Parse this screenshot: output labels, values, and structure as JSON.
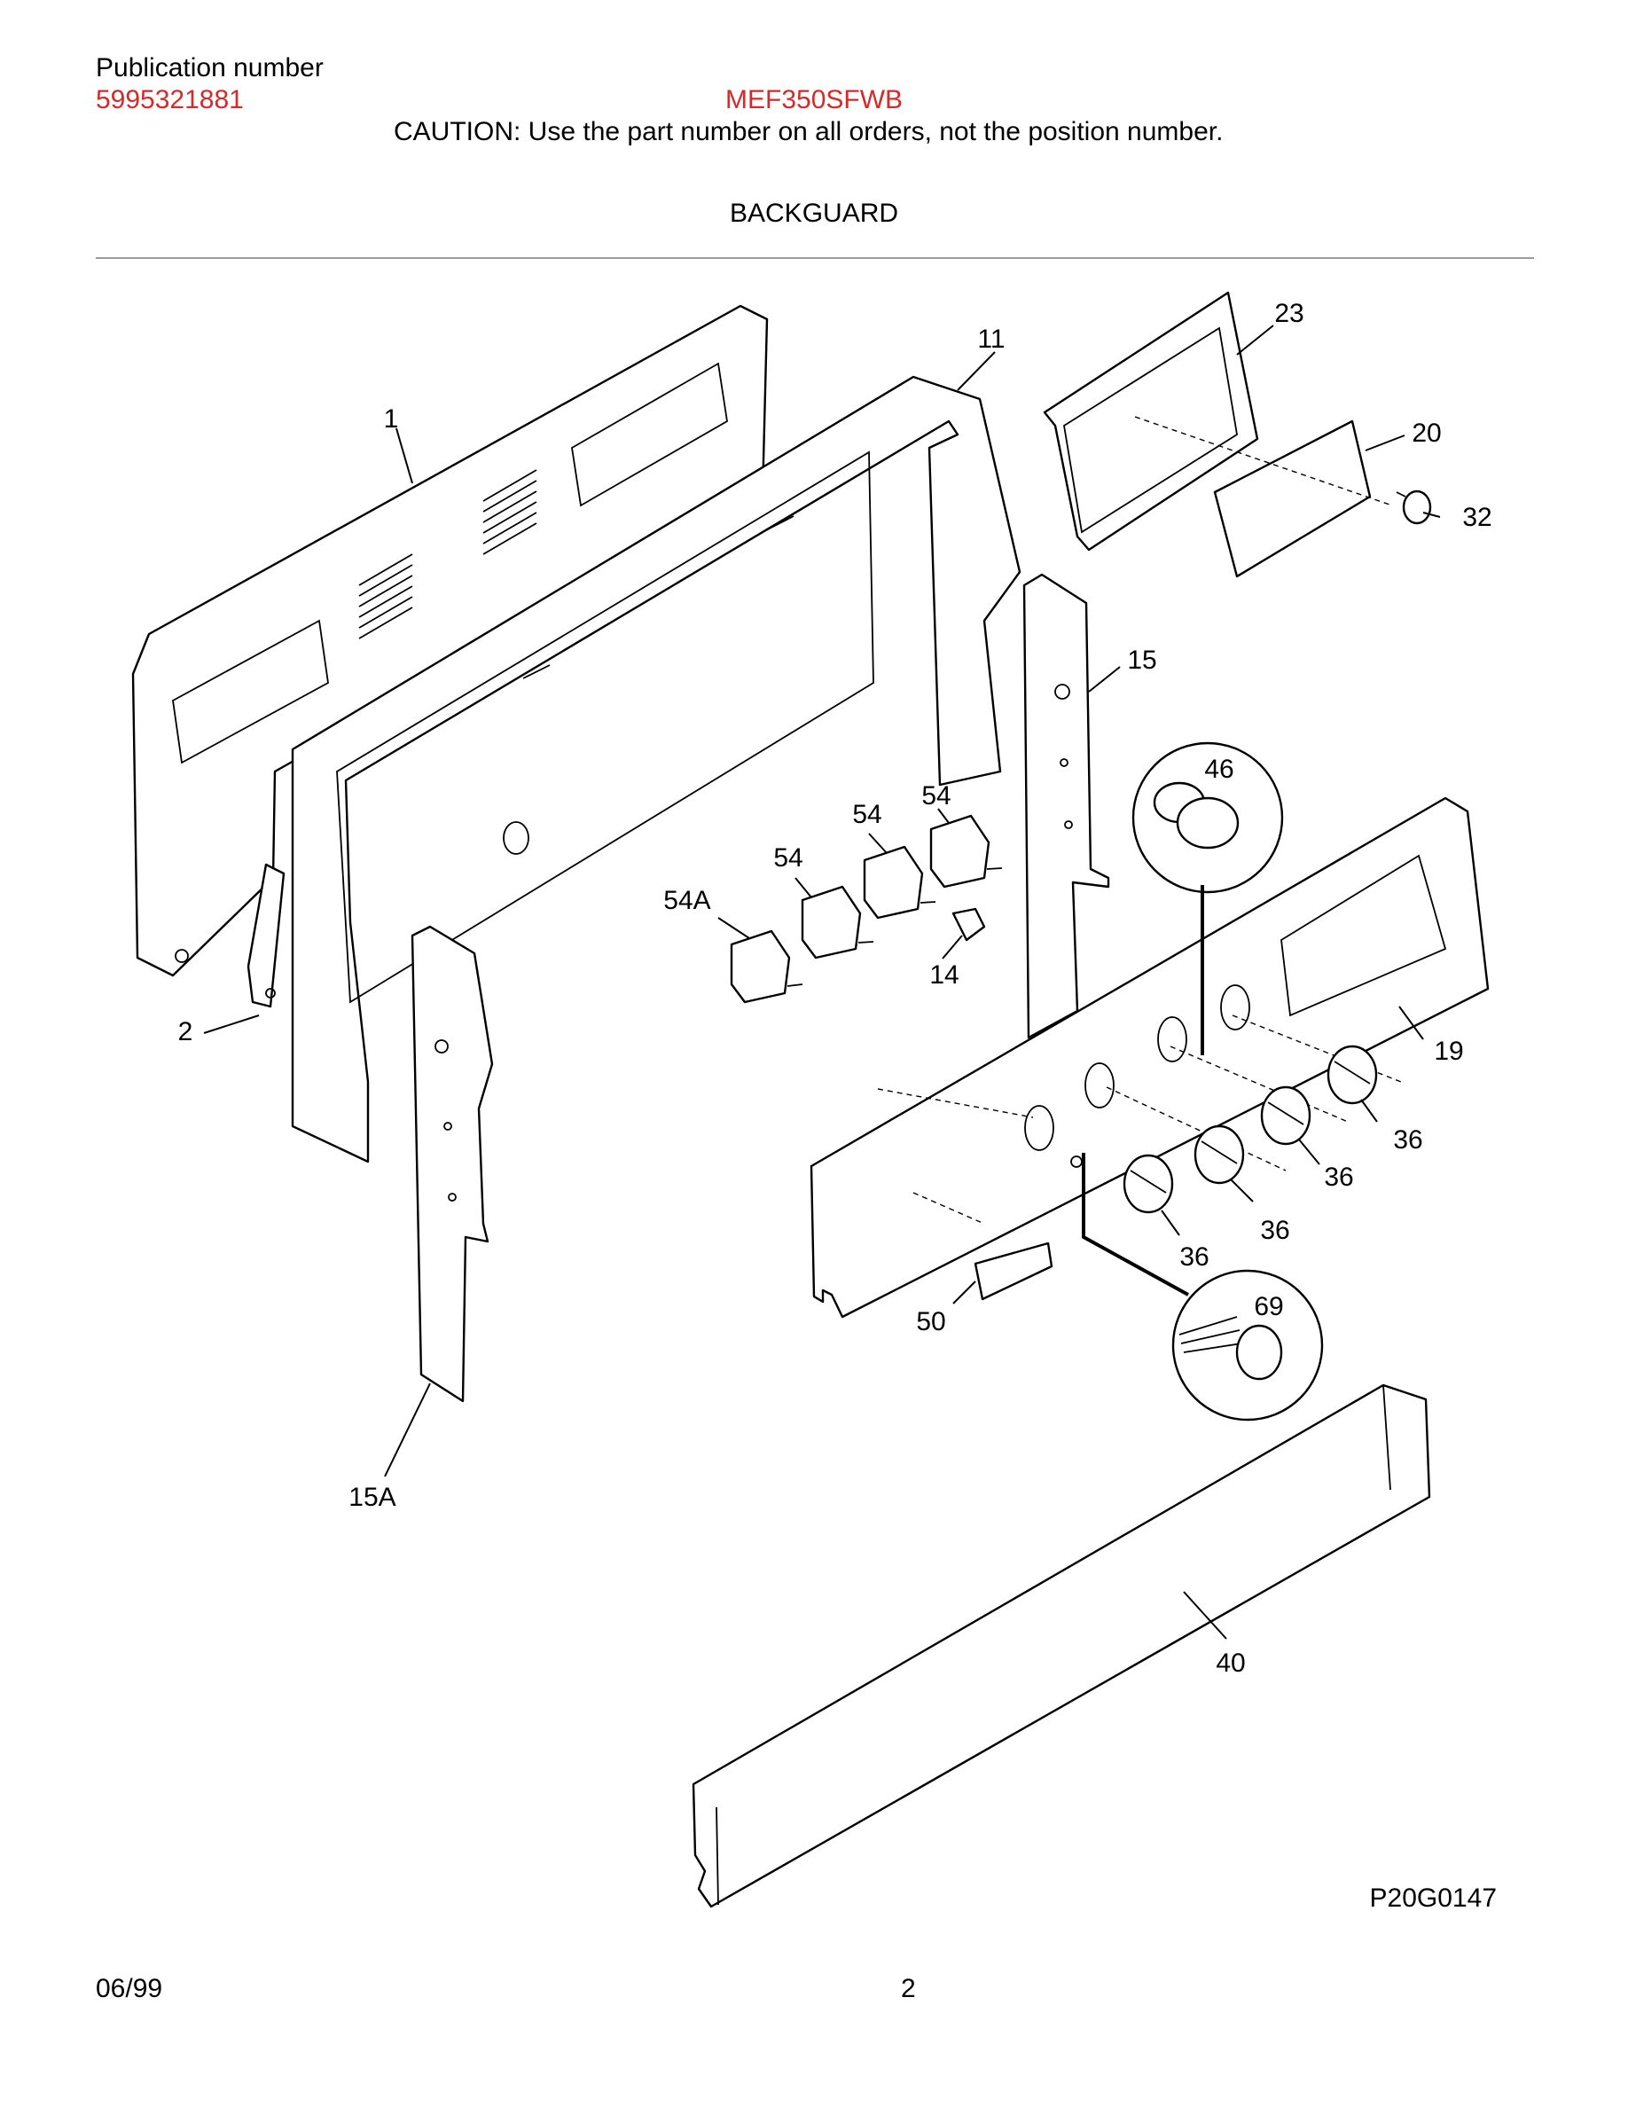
{
  "header": {
    "publication_label": "Publication number",
    "publication_number": "5995321881",
    "model": "MEF350SFWB",
    "caution": "CAUTION:  Use the part number on all orders, not the position number.",
    "section_title": "BACKGUARD"
  },
  "colors": {
    "accent": "#d42a2a",
    "rule": "#9a9a9a"
  },
  "callouts": {
    "c1": "1",
    "c2": "2",
    "c11": "11",
    "c14": "14",
    "c15": "15",
    "c15a": "15A",
    "c19": "19",
    "c20": "20",
    "c23": "23",
    "c32": "32",
    "c36a": "36",
    "c36b": "36",
    "c36c": "36",
    "c36d": "36",
    "c40": "40",
    "c46": "46",
    "c50": "50",
    "c54a": "54",
    "c54b": "54",
    "c54c": "54",
    "c54_a": "54A",
    "c69": "69"
  },
  "footer": {
    "drawing_code": "P20G0147",
    "date": "06/99",
    "page": "2"
  }
}
